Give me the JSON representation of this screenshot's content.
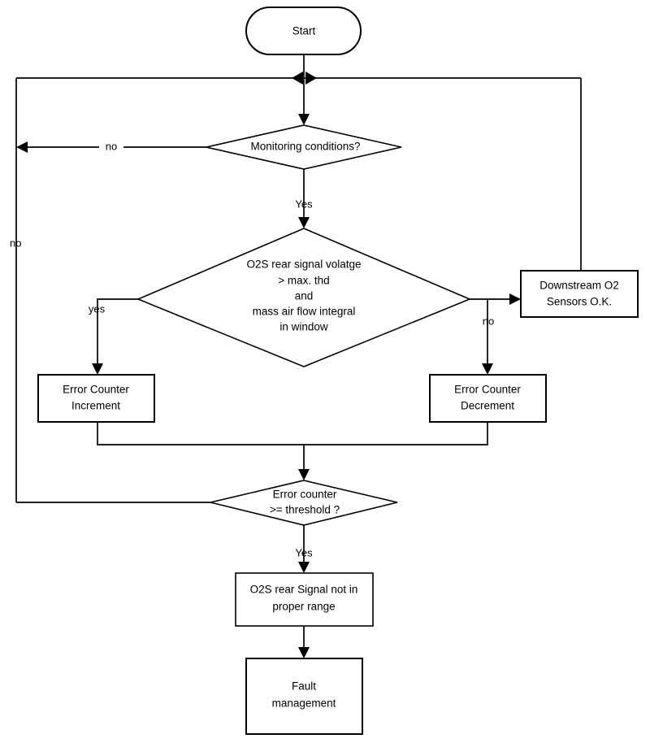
{
  "diagram": {
    "title": "O2S rear signal diagnostic flowchart",
    "type": "flowchart",
    "background_color": "#ffffff",
    "line_color": "#000000",
    "text_color": "#000000"
  },
  "nodes": {
    "start": {
      "shape": "terminator",
      "label": "Start"
    },
    "monitoring_conditions": {
      "shape": "decision",
      "label": "Monitoring  conditions?"
    },
    "signal_check": {
      "shape": "decision",
      "line1": "O2S rear signal volatge",
      "line2": "> max. thd",
      "line3": "and",
      "line4": "mass air flow integral",
      "line5": "in window"
    },
    "downstream_ok": {
      "shape": "process",
      "line1": "Downstream O2",
      "line2": "Sensors O.K."
    },
    "counter_increment": {
      "shape": "process",
      "line1": "Error Counter",
      "line2": "Increment"
    },
    "counter_decrement": {
      "shape": "process",
      "line1": "Error Counter",
      "line2": "Decrement"
    },
    "threshold_check": {
      "shape": "decision",
      "line1": "Error counter",
      "line2": ">= threshold ?"
    },
    "signal_not_in_range": {
      "shape": "process",
      "line1": "O2S rear Signal not in",
      "line2": "proper range"
    },
    "fault_management": {
      "shape": "process",
      "line1": "Fault",
      "line2": "management"
    }
  },
  "edge_labels": {
    "monitoring_no": "no",
    "monitoring_yes": "Yes",
    "loop_back_no": "no",
    "signal_yes": "yes",
    "signal_no": "no",
    "threshold_yes": "Yes"
  }
}
